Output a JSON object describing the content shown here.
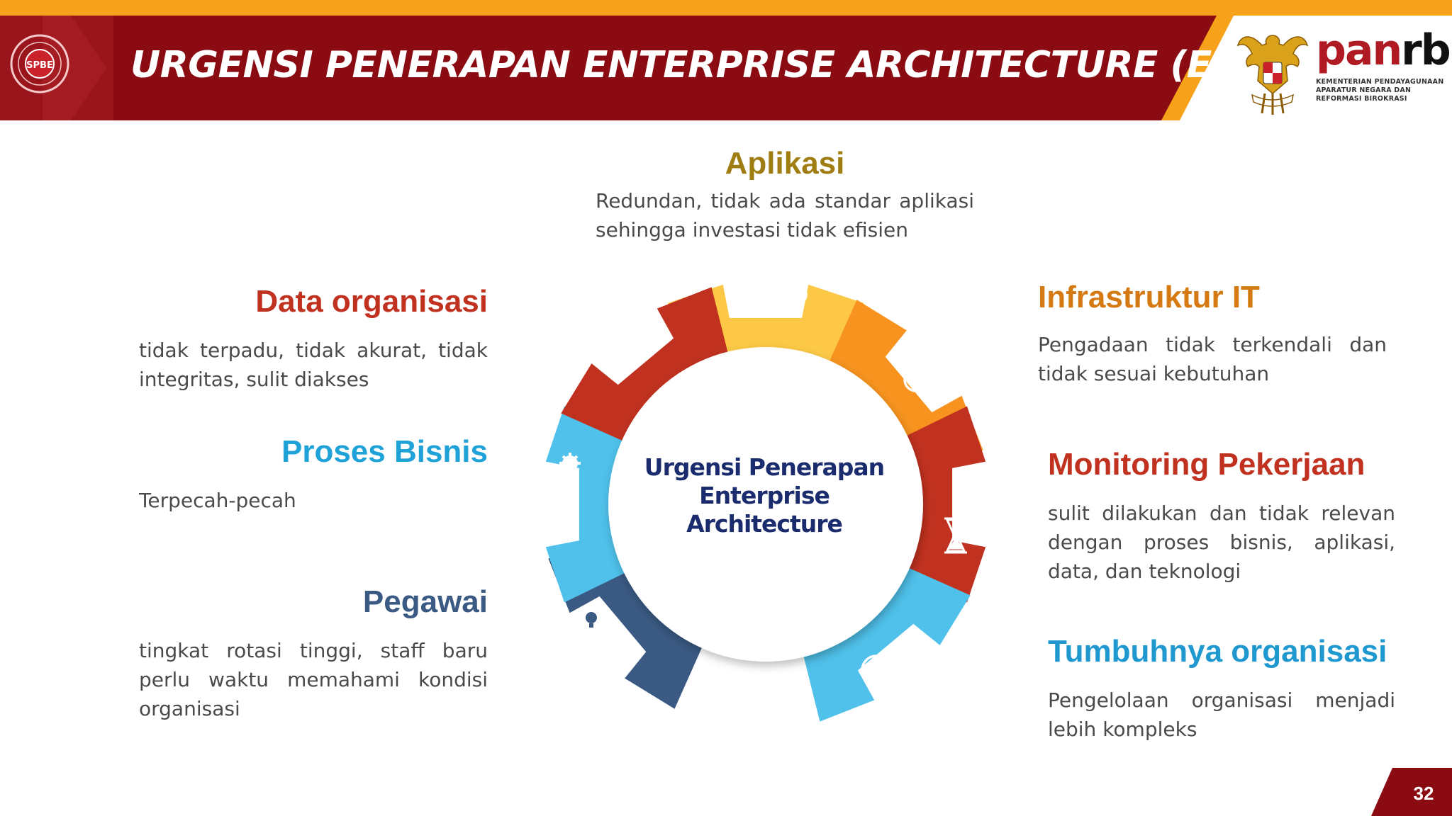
{
  "header": {
    "title": "URGENSI PENERAPAN ENTERPRISE ARCHITECTURE (EA)",
    "brand_main": "pan",
    "brand_accent": "rb",
    "brand_subtitle": "KEMENTERIAN PENDAYAGUNAAN APARATUR NEGARA DAN REFORMASI BIROKRASI",
    "spbe_logo_text": "SPBE",
    "colors": {
      "band": "#8b0b12",
      "accent": "#f7a21b"
    }
  },
  "diagram": {
    "center": "Urgensi Penerapan Enterprise Architecture",
    "segments": [
      {
        "name": "Aplikasi",
        "icon": "lightbulb-icon",
        "color": "#fcc846"
      },
      {
        "name": "Infrastruktur IT",
        "icon": "magnifier-chart-icon",
        "color": "#f7931e"
      },
      {
        "name": "Monitoring Pekerjaan",
        "icon": "hourglass-icon",
        "color": "#c1311f"
      },
      {
        "name": "Tumbuhnya organisasi",
        "icon": "target-icon",
        "color": "#4fc1ea"
      },
      {
        "name": "Pegawai",
        "icon": "head-idea-icon",
        "color": "#3a5a83"
      },
      {
        "name": "Proses Bisnis",
        "icon": "gears-icon",
        "color": "#4fc1ea"
      },
      {
        "name": "Data organisasi",
        "icon": "database-icon",
        "color": "#c1311f"
      }
    ]
  },
  "items": {
    "aplikasi": {
      "title": "Aplikasi",
      "desc": "Redundan, tidak ada standar aplikasi sehingga investasi tidak efisien",
      "color": "#a07d12"
    },
    "data": {
      "title": "Data organisasi",
      "desc": "tidak terpadu, tidak akurat, tidak integritas, sulit diakses",
      "color": "#c1311f"
    },
    "proses": {
      "title": "Proses Bisnis",
      "desc": "Terpecah-pecah",
      "color": "#1fa2d8"
    },
    "pegawai": {
      "title": "Pegawai",
      "desc": "tingkat rotasi tinggi, staff baru perlu waktu memahami kondisi organisasi",
      "color": "#3a5a83"
    },
    "infra": {
      "title": "Infrastruktur IT",
      "desc": "Pengadaan tidak terkendali dan tidak sesuai kebutuhan",
      "color": "#d57a12"
    },
    "monitoring": {
      "title": "Monitoring Pekerjaan",
      "desc": "sulit dilakukan dan tidak relevan dengan proses bisnis, aplikasi, data, dan teknologi",
      "color": "#c1311f"
    },
    "tumbuh": {
      "title": "Tumbuhnya organisasi",
      "desc": "Pengelolaan organisasi menjadi lebih kompleks",
      "color": "#1f97cf"
    }
  },
  "footer": {
    "page_number": "32"
  }
}
